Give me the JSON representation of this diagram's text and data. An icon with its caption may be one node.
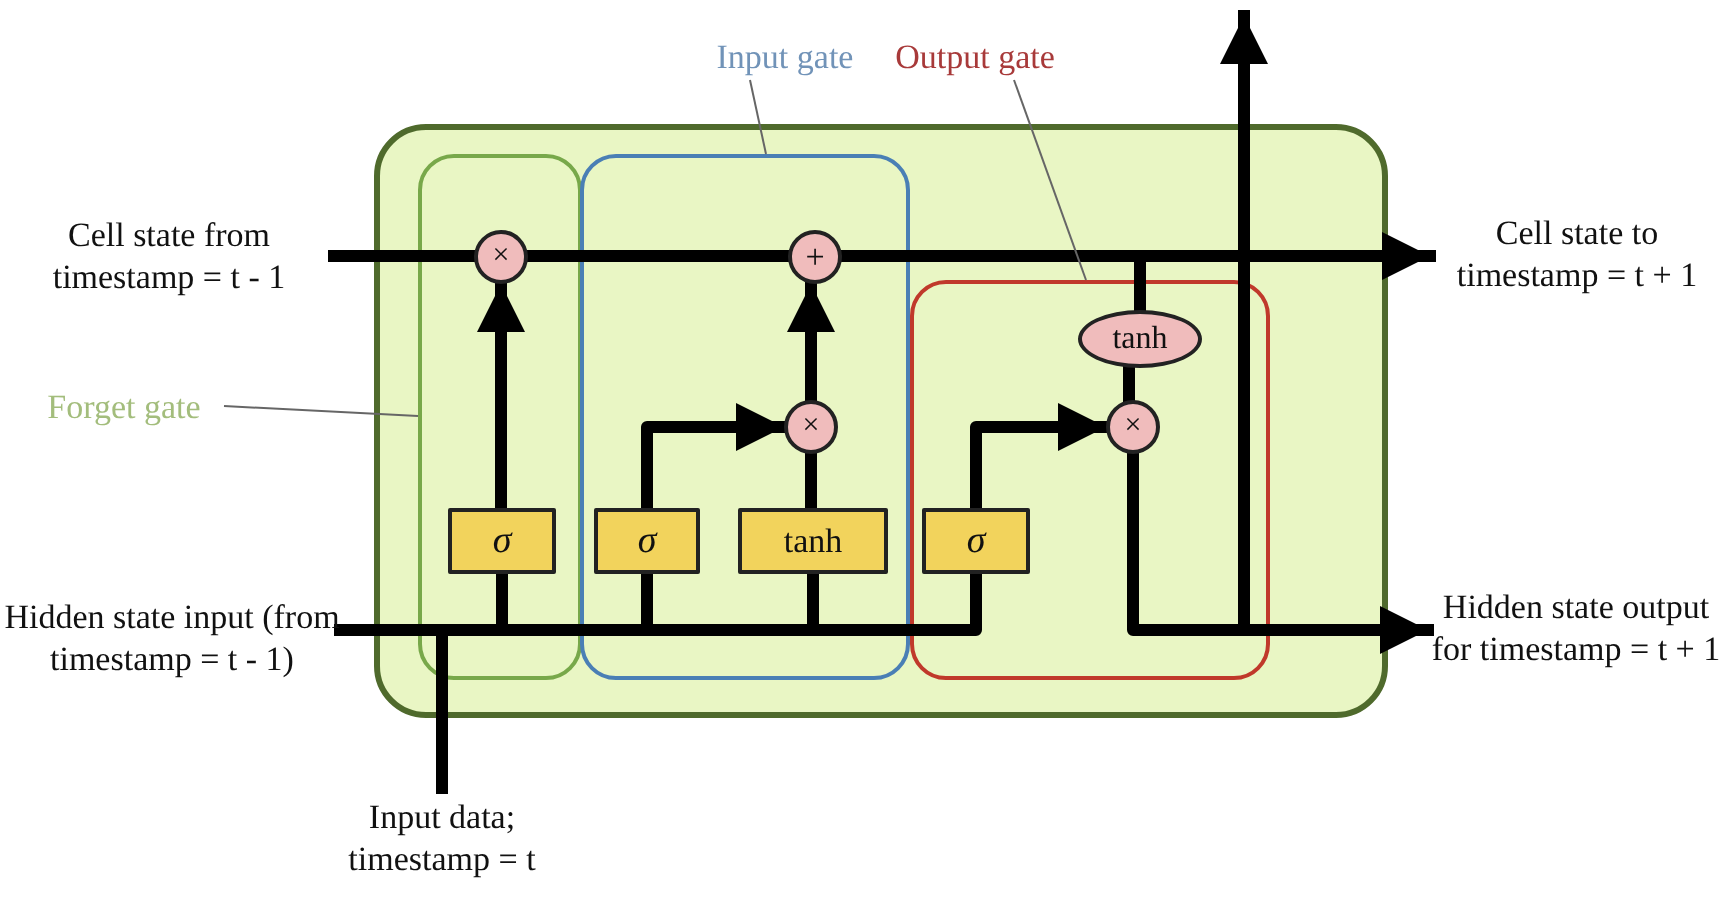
{
  "diagram": {
    "nodes": [
      {
        "text": [
          "Input gate"
        ]
      },
      {
        "text": [
          "Output gate"
        ]
      },
      {
        "text": [
          "Cell state from timestamp = t - 1"
        ]
      },
      {
        "text": [],
        "shape": "box"
      },
      {
        "text": [],
        "shape": "box",
        "in": 3
      },
      {
        "text": [
          "×"
        ],
        "in": 4
      },
      {
        "text": [
          "σ"
        ],
        "in": 4
      },
      {
        "text": [],
        "shape": "box",
        "in": 3
      },
      {
        "text": [
          "+"
        ],
        "in": 7
      },
      {
        "text": [
          "×"
        ],
        "in": 7
      },
      {
        "text": [
          "σ"
        ],
        "in": 7
      },
      {
        "text": [
          "tanh"
        ],
        "in": 7
      },
      {
        "text": [],
        "shape": "box",
        "in": 3
      },
      {
        "text": [
          "tanh"
        ],
        "in": 12
      },
      {
        "text": [
          "×"
        ],
        "in": 12
      },
      {
        "text": [
          "σ"
        ],
        "in": 12
      },
      {
        "text": [
          "Cell state to timestamp = t + 1"
        ]
      },
      {
        "text": [
          "Forget gate"
        ]
      },
      {
        "text": [
          "Hidden state input (from timestamp = t - 1)"
        ]
      },
      {
        "text": [
          "Hidden state output for timestamp = t + 1"
        ]
      },
      {
        "text": [
          "Input data; timestamp = t"
        ]
      }
    ],
    "edges": [
      {
        "from": 2,
        "to": 5,
        "arrow": "none"
      },
      {
        "from": 5,
        "to": 8,
        "arrow": "none"
      },
      {
        "from": 8,
        "to": 16,
        "arrow": "to"
      },
      {
        "from": 8,
        "to": 13,
        "arrow": "none"
      },
      {
        "from": 13,
        "to": 14,
        "arrow": "none"
      },
      {
        "from": 14,
        "to": 19,
        "arrow": "to"
      },
      {
        "from": 14,
        "to": null,
        "arrow": "to"
      },
      {
        "from": 6,
        "to": 5,
        "arrow": "to"
      },
      {
        "from": 10,
        "to": 9,
        "arrow": "to"
      },
      {
        "from": 11,
        "to": 9,
        "arrow": "none"
      },
      {
        "from": 9,
        "to": 8,
        "arrow": "to"
      },
      {
        "from": 15,
        "to": 14,
        "arrow": "to"
      },
      {
        "from": 18,
        "to": 6,
        "arrow": "none"
      },
      {
        "from": 18,
        "to": 10,
        "arrow": "none"
      },
      {
        "from": 18,
        "to": 11,
        "arrow": "none"
      },
      {
        "from": 18,
        "to": 15,
        "arrow": "none"
      },
      {
        "from": 20,
        "to": 6,
        "arrow": "none"
      },
      {
        "from": 20,
        "to": 10,
        "arrow": "none"
      },
      {
        "from": 20,
        "to": 11,
        "arrow": "none"
      },
      {
        "from": 20,
        "to": 15,
        "arrow": "none"
      },
      {
        "from": 17,
        "to": 4,
        "arrow": "none",
        "color": "#666666"
      },
      {
        "from": 0,
        "to": 7,
        "arrow": "none",
        "color": "#666666"
      },
      {
        "from": 1,
        "to": 12,
        "arrow": "none",
        "color": "#666666"
      }
    ]
  }
}
